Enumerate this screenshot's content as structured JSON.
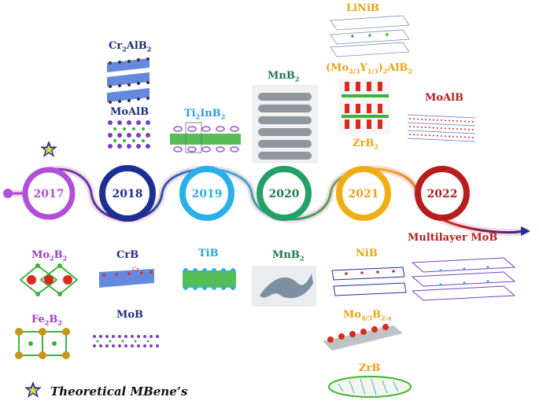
{
  "colors": {
    "y2017": "#b24fd6",
    "y2018": "#1e2f94",
    "y2019": "#2ab0e8",
    "y2020": "#22a066",
    "y2021": "#f0ae12",
    "y2022": "#b81d1d",
    "label_2017": "#9b3fc4",
    "label_2018": "#1f2d7a",
    "label_2019": "#2aa0d8",
    "label_2020": "#1f7a4a",
    "label_2021": "#e8a416",
    "label_2022": "#b01e1e",
    "boron_green": "#3bb33b",
    "metal_red": "#d92a1e",
    "metal_purple": "#7a3fc0",
    "slab_blue": "#4a74d8",
    "layer_gray": "#9aa0a6"
  },
  "timeline": {
    "years": [
      {
        "label": "2017"
      },
      {
        "label": "2018"
      },
      {
        "label": "2019"
      },
      {
        "label": "2020"
      },
      {
        "label": "2021"
      },
      {
        "label": "2022"
      }
    ]
  },
  "top_labels": {
    "cr2alb2": {
      "main": "Cr",
      "sub": "2",
      "main2": "AlB",
      "sub2": "2"
    },
    "moalb_2018": "MoAlB",
    "ti2inb2": {
      "main": "Ti",
      "sub": "2",
      "main2": "InB",
      "sub2": "2"
    },
    "mnb2_top": {
      "main": "MnB",
      "sub": "2"
    },
    "linib": "LiNiB",
    "mo_y_alb2": {
      "open": "(Mo",
      "sub1": "2/3",
      "mid": "Y",
      "sub2": "1/3",
      "close": ")",
      "sub3": "2",
      "tail": "AlB",
      "sub4": "2"
    },
    "zrb2": {
      "main": "ZrB",
      "sub": "2"
    },
    "moalb_2022": "MoAlB"
  },
  "bottom_labels": {
    "mo2b2": {
      "main": "Mo",
      "sub": "2",
      "main2": "B",
      "sub2": "2"
    },
    "fe2b2": {
      "main": "Fe",
      "sub": "2",
      "main2": "B",
      "sub2": "2"
    },
    "crb": "CrB",
    "mob": "MoB",
    "tib": "TiB",
    "mnb2_bottom": {
      "main": "MnB",
      "sub": "2"
    },
    "nib": "NiB",
    "mo43b2x": {
      "main": "Mo",
      "sub": "4/3",
      "main2": "B",
      "sub2": "2-x"
    },
    "zrb": "ZrB",
    "multilayer_mob": "Multilayer MoB"
  },
  "legend": {
    "text": "Theoretical MBene’s",
    "icon": "star-icon"
  },
  "structure_annotations": {
    "crb_atom_label": "Cr"
  }
}
